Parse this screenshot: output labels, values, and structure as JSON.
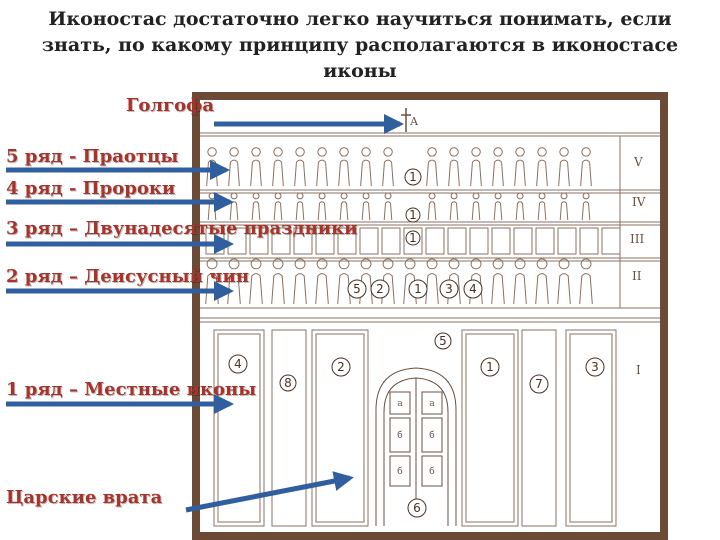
{
  "title": "Иконостас достаточно легко научиться понимать, если знать, по какому принципу располагаются в иконостасе иконы",
  "labels": {
    "golgotha": "Голгофа",
    "row5": "5 ряд - Праотцы",
    "row4": "4 ряд - Пророки",
    "row3": "3 ряд – Двунадесятые праздники",
    "row2": "2 ряд – Деисусный чин",
    "row1": "1 ряд – Местные иконы",
    "royal_doors": "Царские врата"
  },
  "diagram": {
    "cross_letter": "А",
    "roman": [
      "V",
      "IV",
      "III",
      "II",
      "I"
    ],
    "deesis_numbers": [
      "5",
      "2",
      "1",
      "3",
      "4"
    ],
    "row_marker": "1",
    "icon_numbers": {
      "left_outer": "4",
      "left_door": "8",
      "left_inner": "2",
      "above_doors": "5",
      "right_inner": "1",
      "right_door": "7",
      "right_outer": "3",
      "below_doors": "6"
    },
    "door_letters": {
      "a": "а",
      "b": "б"
    },
    "colors": {
      "frame": "#6b4a36",
      "line": "#8a7060",
      "arrow": "#2f5f9e",
      "label": "#a8332a"
    }
  }
}
